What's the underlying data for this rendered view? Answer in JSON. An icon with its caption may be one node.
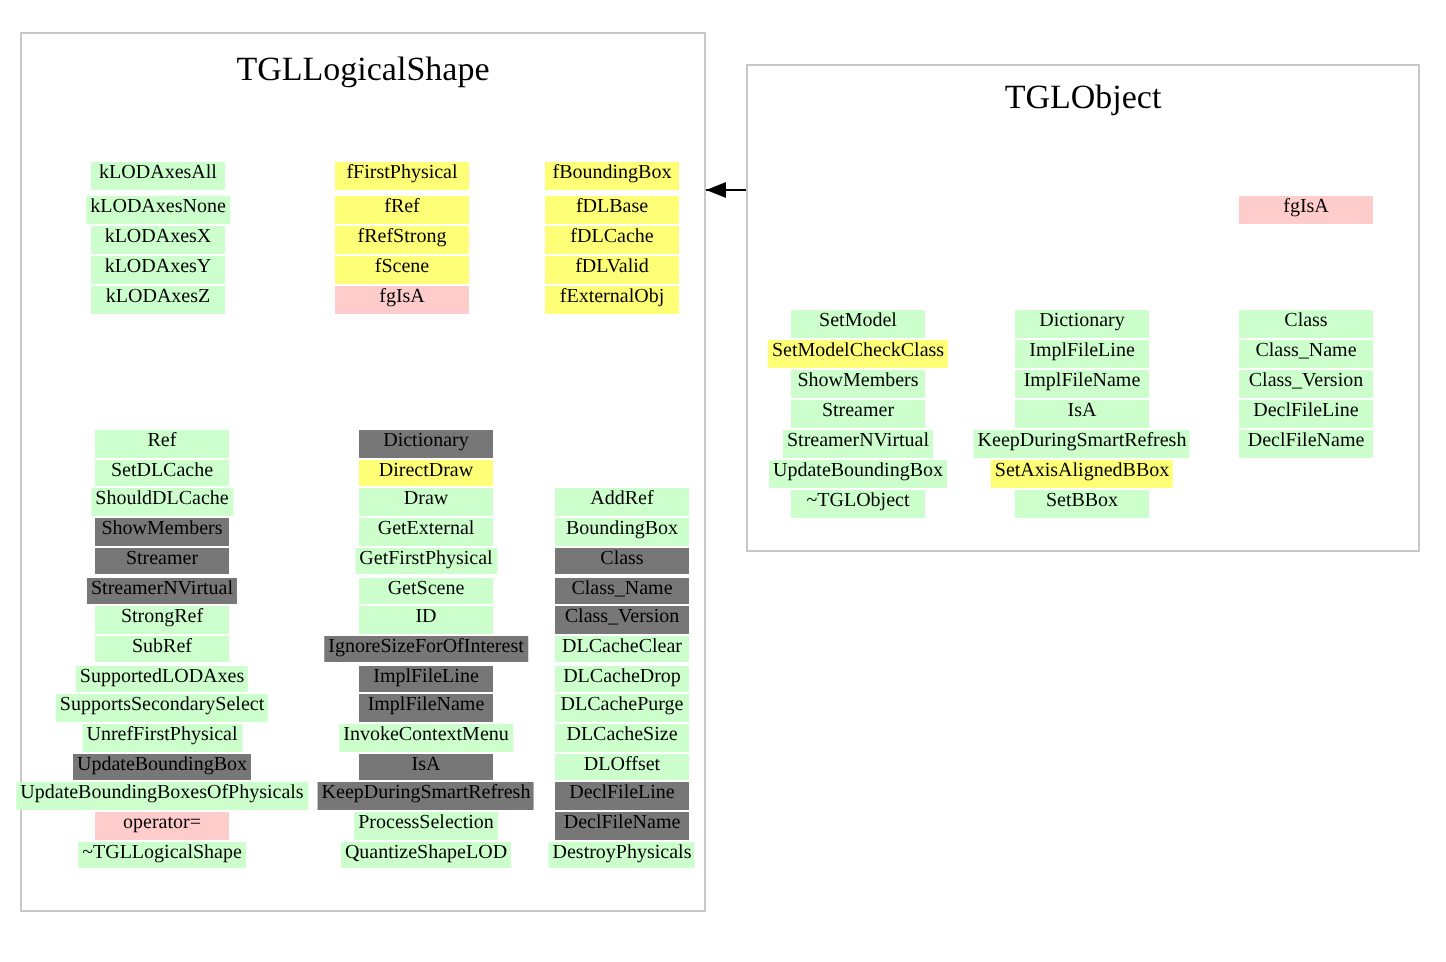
{
  "diagram": {
    "nodes": [
      {
        "text": [
          "TGLLogicalShape"
        ]
      },
      {
        "text": [
          "kLODAxesAll"
        ],
        "in": 0
      },
      {
        "text": [
          "kLODAxesNone"
        ],
        "in": 0
      },
      {
        "text": [
          "kLODAxesX"
        ],
        "in": 0
      },
      {
        "text": [
          "kLODAxesY"
        ],
        "in": 0
      },
      {
        "text": [
          "kLODAxesZ"
        ],
        "in": 0
      },
      {
        "text": [
          "fFirstPhysical"
        ],
        "in": 0
      },
      {
        "text": [
          "fRef"
        ],
        "in": 0
      },
      {
        "text": [
          "fRefStrong"
        ],
        "in": 0
      },
      {
        "text": [
          "fScene"
        ],
        "in": 0
      },
      {
        "text": [
          "fgIsA"
        ],
        "in": 0
      },
      {
        "text": [
          "fBoundingBox"
        ],
        "in": 0
      },
      {
        "text": [
          "fDLBase"
        ],
        "in": 0
      },
      {
        "text": [
          "fDLCache"
        ],
        "in": 0
      },
      {
        "text": [
          "fDLValid"
        ],
        "in": 0
      },
      {
        "text": [
          "fExternalObj"
        ],
        "in": 0
      },
      {
        "text": [
          "Ref"
        ],
        "in": 0
      },
      {
        "text": [
          "SetDLCache"
        ],
        "in": 0
      },
      {
        "text": [
          "ShouldDLCache"
        ],
        "in": 0
      },
      {
        "text": [
          "ShowMembers"
        ],
        "in": 0
      },
      {
        "text": [
          "Streamer"
        ],
        "in": 0
      },
      {
        "text": [
          "StreamerNVirtual"
        ],
        "in": 0
      },
      {
        "text": [
          "StrongRef"
        ],
        "in": 0
      },
      {
        "text": [
          "SubRef"
        ],
        "in": 0
      },
      {
        "text": [
          "SupportedLODAxes"
        ],
        "in": 0
      },
      {
        "text": [
          "SupportsSecondarySelect"
        ],
        "in": 0
      },
      {
        "text": [
          "UnrefFirstPhysical"
        ],
        "in": 0
      },
      {
        "text": [
          "UpdateBoundingBox"
        ],
        "in": 0
      },
      {
        "text": [
          "UpdateBoundingBoxesOfPhysicals"
        ],
        "in": 0
      },
      {
        "text": [
          "operator="
        ],
        "in": 0
      },
      {
        "text": [
          "~TGLLogicalShape"
        ],
        "in": 0
      },
      {
        "text": [
          "Dictionary"
        ],
        "in": 0
      },
      {
        "text": [
          "DirectDraw"
        ],
        "in": 0
      },
      {
        "text": [
          "Draw"
        ],
        "in": 0
      },
      {
        "text": [
          "GetExternal"
        ],
        "in": 0
      },
      {
        "text": [
          "GetFirstPhysical"
        ],
        "in": 0
      },
      {
        "text": [
          "GetScene"
        ],
        "in": 0
      },
      {
        "text": [
          "ID"
        ],
        "in": 0
      },
      {
        "text": [
          "IgnoreSizeForOfInterest"
        ],
        "in": 0
      },
      {
        "text": [
          "ImplFileLine"
        ],
        "in": 0
      },
      {
        "text": [
          "ImplFileName"
        ],
        "in": 0
      },
      {
        "text": [
          "InvokeContextMenu"
        ],
        "in": 0
      },
      {
        "text": [
          "IsA"
        ],
        "in": 0
      },
      {
        "text": [
          "KeepDuringSmartRefresh"
        ],
        "in": 0
      },
      {
        "text": [
          "ProcessSelection"
        ],
        "in": 0
      },
      {
        "text": [
          "QuantizeShapeLOD"
        ],
        "in": 0
      },
      {
        "text": [
          "AddRef"
        ],
        "in": 0
      },
      {
        "text": [
          "BoundingBox"
        ],
        "in": 0
      },
      {
        "text": [
          "Class"
        ],
        "in": 0
      },
      {
        "text": [
          "Class_Name"
        ],
        "in": 0
      },
      {
        "text": [
          "Class_Version"
        ],
        "in": 0
      },
      {
        "text": [
          "DLCacheClear"
        ],
        "in": 0
      },
      {
        "text": [
          "DLCacheDrop"
        ],
        "in": 0
      },
      {
        "text": [
          "DLCachePurge"
        ],
        "in": 0
      },
      {
        "text": [
          "DLCacheSize"
        ],
        "in": 0
      },
      {
        "text": [
          "DLOffset"
        ],
        "in": 0
      },
      {
        "text": [
          "DeclFileLine"
        ],
        "in": 0
      },
      {
        "text": [
          "DeclFileName"
        ],
        "in": 0
      },
      {
        "text": [
          "DestroyPhysicals"
        ],
        "in": 0
      },
      {
        "text": [
          "TGLObject"
        ]
      },
      {
        "text": [
          "fgIsA"
        ],
        "in": 59
      },
      {
        "text": [
          "SetModel"
        ],
        "in": 59
      },
      {
        "text": [
          "SetModelCheckClass"
        ],
        "in": 59
      },
      {
        "text": [
          "ShowMembers"
        ],
        "in": 59
      },
      {
        "text": [
          "Streamer"
        ],
        "in": 59
      },
      {
        "text": [
          "StreamerNVirtual"
        ],
        "in": 59
      },
      {
        "text": [
          "UpdateBoundingBox"
        ],
        "in": 59
      },
      {
        "text": [
          "~TGLObject"
        ],
        "in": 59
      },
      {
        "text": [
          "Dictionary"
        ],
        "in": 59
      },
      {
        "text": [
          "ImplFileLine"
        ],
        "in": 59
      },
      {
        "text": [
          "ImplFileName"
        ],
        "in": 59
      },
      {
        "text": [
          "IsA"
        ],
        "in": 59
      },
      {
        "text": [
          "KeepDuringSmartRefresh"
        ],
        "in": 59
      },
      {
        "text": [
          "SetAxisAlignedBBox"
        ],
        "in": 59
      },
      {
        "text": [
          "SetBBox"
        ],
        "in": 59
      },
      {
        "text": [
          "Class"
        ],
        "in": 59
      },
      {
        "text": [
          "Class_Name"
        ],
        "in": 59
      },
      {
        "text": [
          "Class_Version"
        ],
        "in": 59
      },
      {
        "text": [
          "DeclFileLine"
        ],
        "in": 59
      },
      {
        "text": [
          "DeclFileName"
        ],
        "in": 59
      }
    ],
    "edges": [
      {
        "from": 59,
        "to": 0,
        "arrow": "to"
      }
    ]
  }
}
